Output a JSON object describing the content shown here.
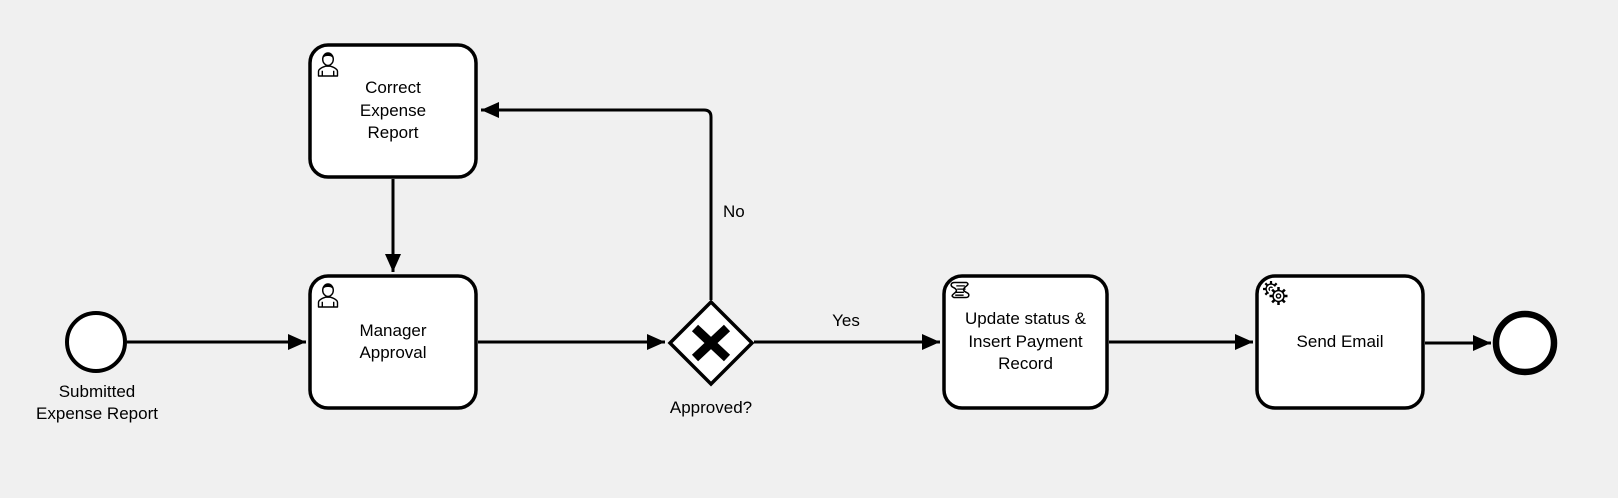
{
  "colors": {
    "background": "#f0f0f0",
    "stroke": "#000000",
    "shape_fill": "#ffffff"
  },
  "nodes": {
    "start_event": {
      "type": "start-event",
      "label": "Submitted\nExpense Report"
    },
    "correct_expense_report": {
      "type": "user-task",
      "icon": "user-icon",
      "label": "Correct\nExpense\nReport"
    },
    "manager_approval": {
      "type": "user-task",
      "icon": "user-icon",
      "label": "Manager\nApproval"
    },
    "approved_gateway": {
      "type": "exclusive-gateway",
      "icon": "x-marker-icon",
      "label": "Approved?"
    },
    "update_status": {
      "type": "script-task",
      "icon": "script-icon",
      "label": "Update status &\nInsert Payment\nRecord"
    },
    "send_email": {
      "type": "service-task",
      "icon": "gear-icon",
      "label": "Send Email"
    },
    "end_event": {
      "type": "end-event"
    }
  },
  "flows": {
    "yes": {
      "label": "Yes"
    },
    "no": {
      "label": "No"
    }
  }
}
